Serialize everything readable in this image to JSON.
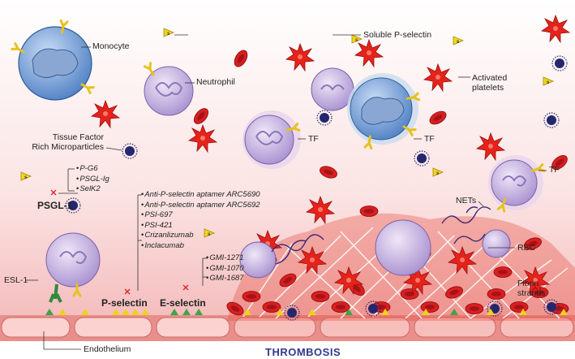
{
  "labels": {
    "monocyte": "Monocyte",
    "neutrophil": "Neutrophil",
    "soluble_p_selectin": "Soluble P-selectin",
    "activated_platelets": "Activated\nplatelets",
    "tissue_factor_mp": "Tissue Factor\nRich Microparticles",
    "tf": "TF",
    "psgl1": "PSGL-1",
    "esl1": "ESL-1",
    "p_selectin": "P-selectin",
    "e_selectin": "E-selectin",
    "endothelium": "Endothelium",
    "thrombosis": "THROMBOSIS",
    "nets": "NETs",
    "rbc": "RBC",
    "fibrin_strands": "Fibrin\nstrands"
  },
  "inhibitors": {
    "psgl1": [
      "P-G6",
      "PSGL-Ig",
      "SelK2"
    ],
    "p_selectin": [
      "Anti-P-selectin aptamer ARC5690",
      "Anti-P-selectin aptamer ARC5692",
      "PSI-697",
      "PSI-421",
      "Crizanlizumab",
      "Inclacumab"
    ],
    "e_selectin": [
      "GMI-1271",
      "GMI-1070",
      "GMI-1687"
    ]
  },
  "colors": {
    "background_top": "#ffffff",
    "background_bottom": "#f4b8b8",
    "endothelium": "#f2a7a3",
    "monocyte": "#7aa3da",
    "neutrophil": "#c9b8e2",
    "platelet": "#e8241b",
    "rbc": "#d81f1f",
    "p_selectin": "#f0d21a",
    "e_selectin": "#3aa54a",
    "microparticle": "#24276e",
    "title": "#2f3a8c"
  }
}
